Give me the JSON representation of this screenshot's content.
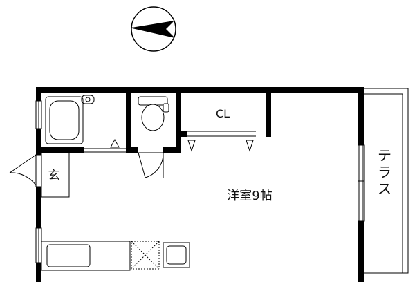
{
  "compass": {
    "icon": "north-arrow-icon"
  },
  "rooms": {
    "closet": "CL",
    "entrance": "玄",
    "western_room": "洋室9帖",
    "terrace": "テラス"
  },
  "colors": {
    "wall": "#000000",
    "line": "#222222",
    "background": "#ffffff"
  }
}
